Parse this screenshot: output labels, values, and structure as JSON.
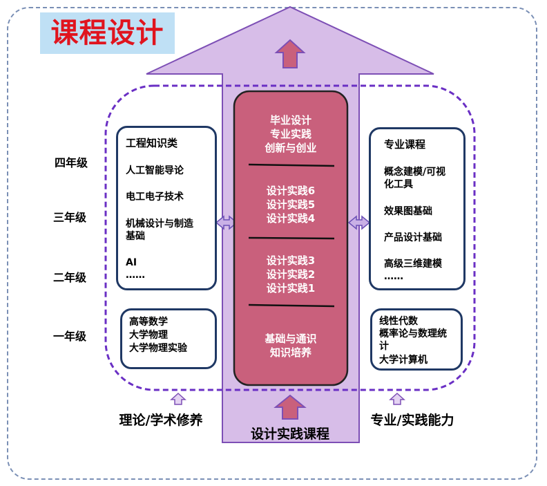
{
  "title": "课程设计",
  "grades": [
    "四年级",
    "三年级",
    "二年级",
    "一年级"
  ],
  "left_top_box": {
    "heading": "工程知识类",
    "items": [
      "人工智能导论",
      "电工电子技术",
      "机械设计与制造",
      "基础",
      "AI",
      "……"
    ]
  },
  "left_bottom_box": {
    "items": [
      "高等数学",
      "大学物理",
      "大学物理实验"
    ]
  },
  "right_top_box": {
    "heading": "专业课程",
    "items": [
      "概念建模/可视",
      "化工具",
      "效果图基础",
      "产品设计基础",
      "高级三维建模",
      "……"
    ]
  },
  "right_bottom_box": {
    "items": [
      "线性代数",
      "概率论与数理统",
      "计",
      "大学计算机"
    ]
  },
  "center_column": {
    "group1": [
      "毕业设计",
      "专业实践",
      "创新与创业"
    ],
    "group2": [
      "设计实践6",
      "设计实践5",
      "设计实践4"
    ],
    "group3": [
      "设计实践3",
      "设计实践2",
      "设计实践1"
    ],
    "group4": [
      "基础与通识",
      "知识培养"
    ]
  },
  "bottom_labels": {
    "left": "理论/学术修养",
    "center": "设计实践课程",
    "right": "专业/实践能力"
  },
  "colors": {
    "arrow_fill": "#d7bde8",
    "arrow_stroke": "#7d4fb5",
    "center_fill": "#c9607c",
    "box_border": "#1f3864",
    "title_color": "#e0141e",
    "title_bg": "#bfe0f5"
  }
}
